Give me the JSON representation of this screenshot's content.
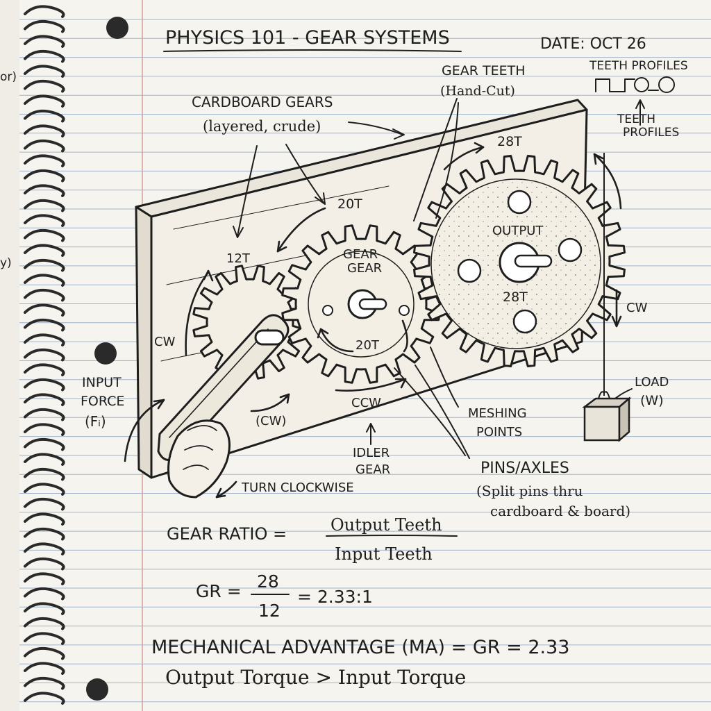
{
  "header": {
    "title": "PHYSICS 101 - GEAR SYSTEMS",
    "date": "DATE: OCT 26",
    "margin_fragment_1": "or)",
    "margin_fragment_2": "y)"
  },
  "callouts": {
    "cardboard_gears_line1": "CARDBOARD GEARS",
    "cardboard_gears_line2": "(layered, crude)",
    "gear_teeth_line1": "GEAR TEETH",
    "gear_teeth_line2": "(Hand-Cut)",
    "teeth_profiles_top": "TEETH PROFILES",
    "teeth_profiles_line1": "TEETH",
    "teeth_profiles_line2": "PROFILES",
    "input_force_line1": "INPUT",
    "input_force_line2": "FORCE",
    "input_force_line3": "(Fᵢ)",
    "turn_clockwise": "TURN CLOCKWISE",
    "idler_gear_line1": "IDLER",
    "idler_gear_line2": "GEAR",
    "meshing_points_line1": "MESHING",
    "meshing_points_line2": "POINTS",
    "pins_line1": "PINS/AXLES",
    "pins_line2": "(Split pins thru",
    "pins_line3": "cardboard & board)",
    "load_line1": "LOAD",
    "load_line2": "(W)"
  },
  "gears": {
    "input_teeth_label": "12T",
    "idler_top_label": "20T",
    "idler_name_line1": "GEAR",
    "idler_name_line2": "GEAR",
    "idler_center_label": "20T",
    "output_top_label": "28T",
    "output_name": "OUTPUT",
    "output_center_label": "28T"
  },
  "rotations": {
    "input_cw": "CW",
    "crank_cw": "(CW)",
    "idler_ccw": "CCW",
    "output_cw": "CW"
  },
  "equations": {
    "gr_label": "GEAR RATIO =",
    "gr_numerator": "Output Teeth",
    "gr_denominator": "Input Teeth",
    "gr_short": "GR =",
    "gr_num_value": "28",
    "gr_den_value": "12",
    "gr_result": "= 2.33:1",
    "ma_line": "MECHANICAL ADVANTAGE (MA) = GR = 2.33",
    "torque_line": "Output Torque > Input Torque"
  },
  "colors": {
    "paper": "#f6f4ee",
    "rule_line": "#9fb3cc",
    "margin_line": "#d49a9a",
    "ink": "#1e1e1e",
    "board": "#f3efe6",
    "spiral": "#2a2a2a"
  }
}
